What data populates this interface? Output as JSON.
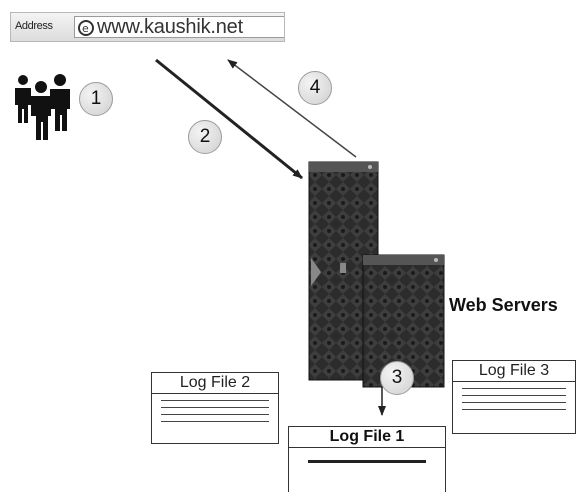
{
  "address_bar": {
    "label": "Address",
    "url": "www.kaushik.net"
  },
  "steps": [
    "1",
    "2",
    "3",
    "4"
  ],
  "servers_label": "Web Servers",
  "log_files": {
    "log1": "Log File 1",
    "log2": "Log File 2",
    "log3": "Log File 3"
  },
  "icons": [
    "browser-icon",
    "users-icon",
    "server-tower-icon",
    "log-file-icon"
  ],
  "colors": {
    "ink": "#222222",
    "server": "#2a2a2a",
    "callout": "#d8d8d8"
  }
}
